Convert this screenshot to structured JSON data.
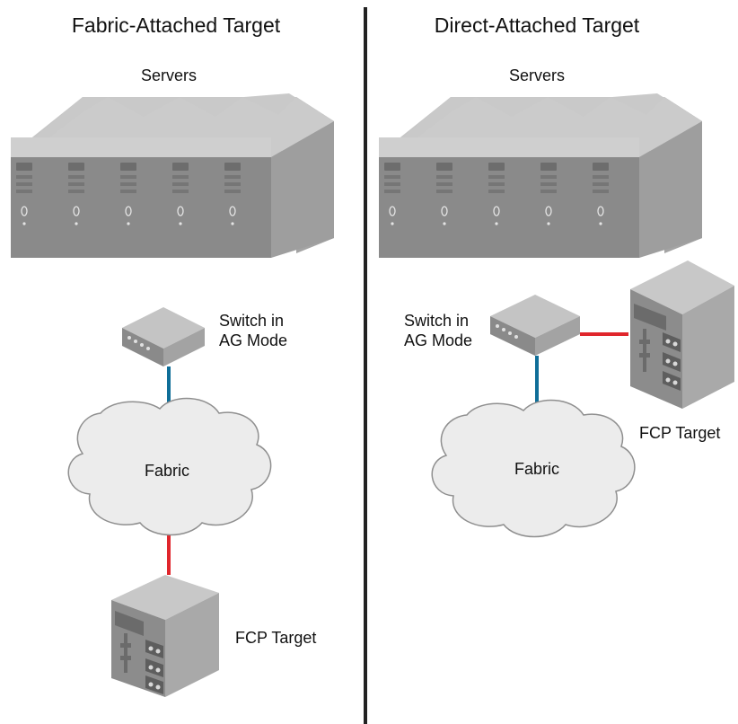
{
  "left": {
    "title": "Fabric-Attached Target",
    "servers_label": "Servers",
    "switch_label_line1": "Switch in",
    "switch_label_line2": "AG Mode",
    "fabric_label": "Fabric",
    "target_label": "FCP Target"
  },
  "right": {
    "title": "Direct-Attached Target",
    "servers_label": "Servers",
    "switch_label_line1": "Switch in",
    "switch_label_line2": "AG Mode",
    "fabric_label": "Fabric",
    "target_label": "FCP Target"
  },
  "colors": {
    "divider": "#222222",
    "server_top": "#c9c9c9",
    "server_front": "#8a8a8a",
    "server_side": "#a7a7a7",
    "cloud_fill": "#ececec",
    "cloud_stroke": "#8f8f8f",
    "link_blue": "#0f6e98",
    "link_red": "#e0262c",
    "target_body": "#a9a9a9"
  },
  "icons": {
    "server": "server-tower-icon",
    "switch": "network-switch-icon",
    "fabric": "cloud-icon",
    "target": "storage-target-icon"
  }
}
